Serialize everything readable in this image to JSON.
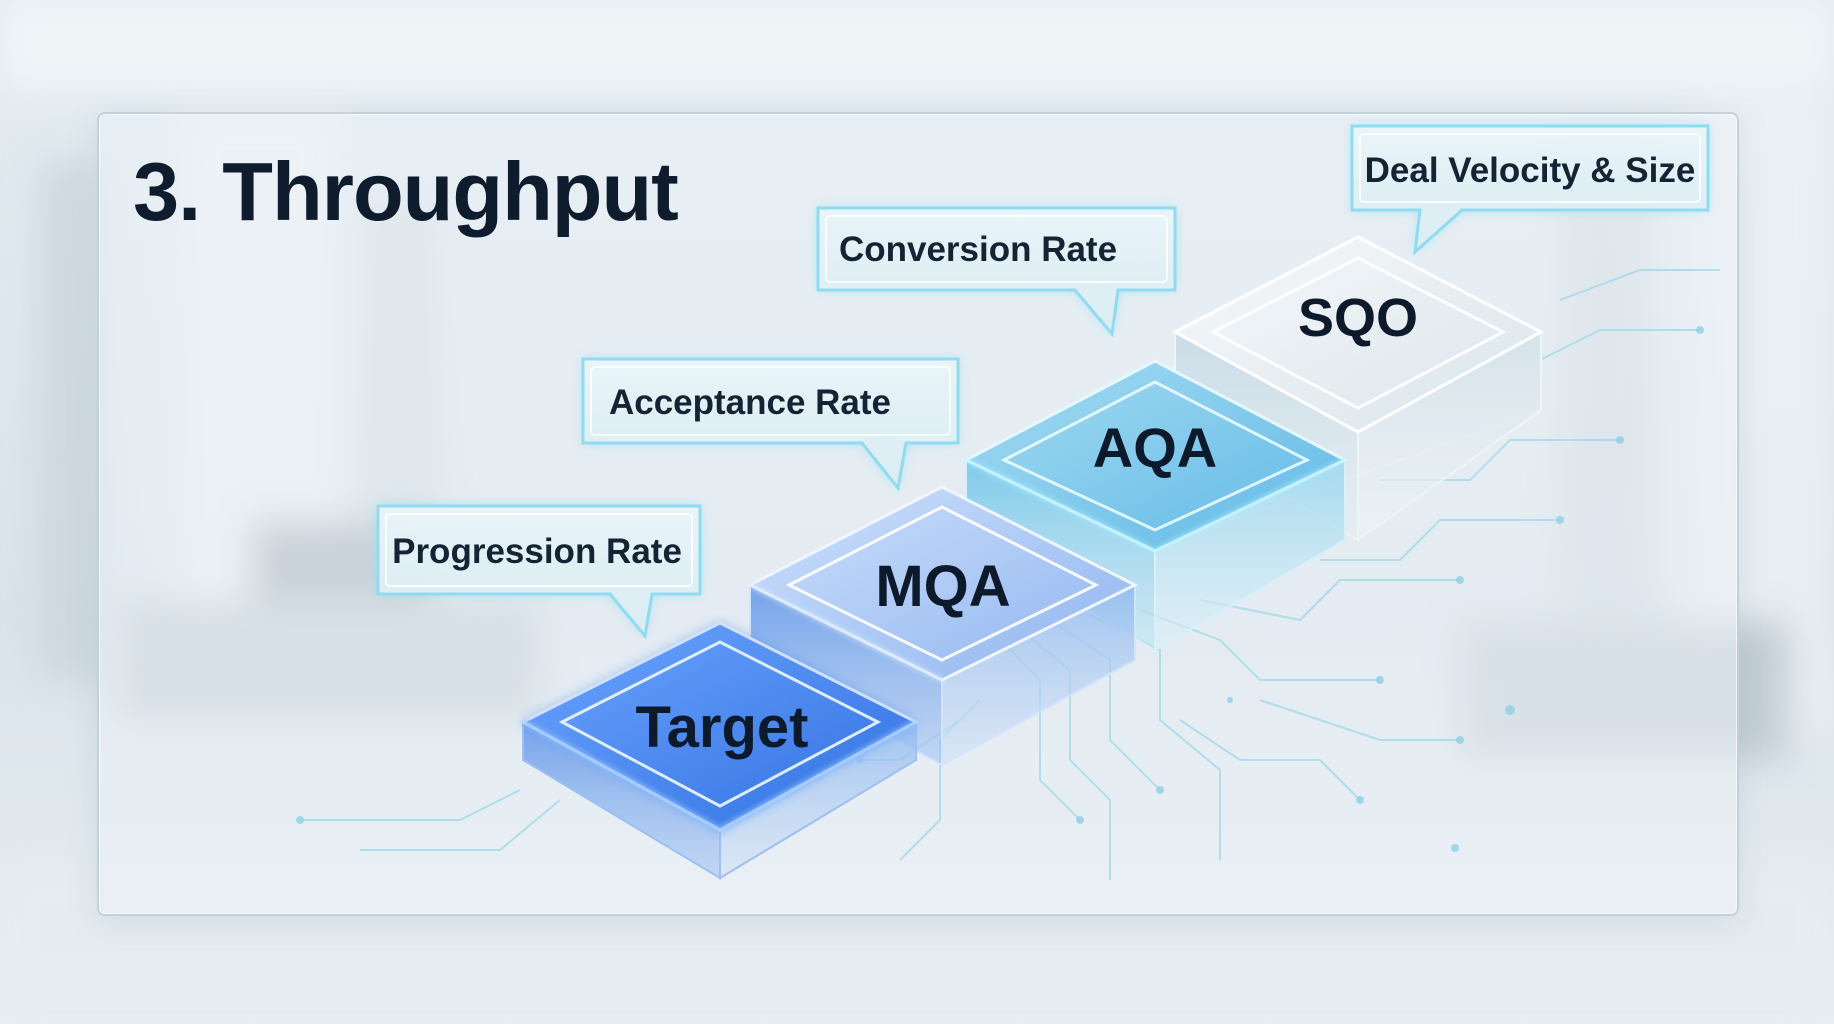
{
  "title": "3. Throughput",
  "steps": [
    {
      "label": "Target"
    },
    {
      "label": "MQA"
    },
    {
      "label": "AQA"
    },
    {
      "label": "SQO"
    }
  ],
  "callouts": [
    {
      "label": "Progression Rate"
    },
    {
      "label": "Acceptance Rate"
    },
    {
      "label": "Conversion Rate"
    },
    {
      "label": "Deal Velocity & Size"
    }
  ],
  "colors": {
    "title": "#0f1c2e",
    "accent_blue": "#3a7ee6",
    "glow_cyan": "#7fd8ef",
    "panel_border": "#bfcdd7"
  },
  "icons": [
    "circuit-traces"
  ]
}
